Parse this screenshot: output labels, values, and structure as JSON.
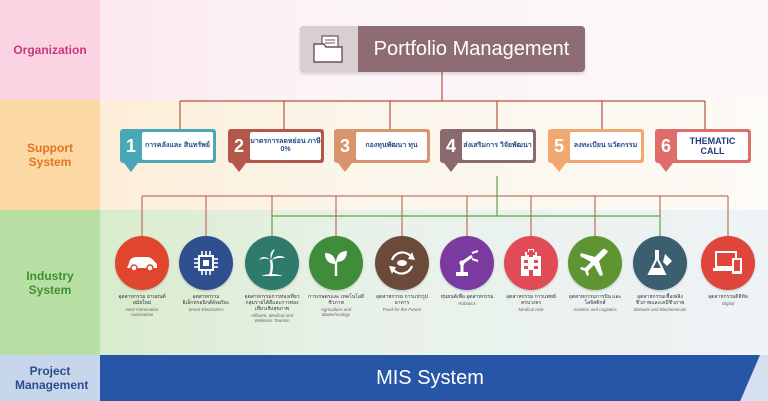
{
  "rows": {
    "organization": "Organization",
    "support": "Support System",
    "industry": "Industry System",
    "project": "Project Management"
  },
  "organization": {
    "title": "Portfolio Management",
    "icon": "folder-icon"
  },
  "support": [
    {
      "num": "1",
      "logo": "การคลังและ สินทรัพย์",
      "color": "#4aa7b6",
      "icon": "logo-1"
    },
    {
      "num": "2",
      "logo": "มาตรการลดหย่อน ภาษี 0%",
      "color": "#b4574b",
      "icon": "logo-2"
    },
    {
      "num": "3",
      "logo": "กองทุนพัฒนา ทุน",
      "color": "#d8956d",
      "icon": "logo-3"
    },
    {
      "num": "4",
      "logo": "ส่งเสริมการ วิจัยพัฒนา",
      "color": "#8a6a6f",
      "icon": "logo-4"
    },
    {
      "num": "5",
      "logo": "ลงทะเบียน นวัตกรรม",
      "color": "#f0a870",
      "icon": "logo-5"
    },
    {
      "num": "6",
      "logo": "THEMATIC CALL",
      "color": "#e06c6c",
      "icon": "logo-6"
    }
  ],
  "industries": [
    {
      "th": "อุตสาหกรรม ยานยนต์สมัยใหม่",
      "en": "Next Generation Automotive",
      "color": "#e0462d",
      "icon": "car-icon"
    },
    {
      "th": "อุตสาหกรรม อิเล็กทรอนิกส์อัจฉริยะ",
      "en": "Smart Electronics",
      "color": "#2f4f8f",
      "icon": "chip-icon"
    },
    {
      "th": "อุตสาหกรรมการท่องเที่ยว กลุ่มรายได้ดีและการท่องเที่ยวเชิงสุขภาพ",
      "en": "Affluent, Medical and Wellness Tourism",
      "color": "#2e7b6c",
      "icon": "palm-tree-icon"
    },
    {
      "th": "การเกษตรและ เทคโนโลยีชีวภาพ",
      "en": "Agriculture and Biotechnology",
      "color": "#3f8d3a",
      "icon": "sprout-icon"
    },
    {
      "th": "อุตสาหกรรม การแปรรูปอาหาร",
      "en": "Food for the Future",
      "color": "#6b4a3a",
      "icon": "food-cycle-icon"
    },
    {
      "th": "หุ่นยนต์เพื่อ อุตสาหกรรม",
      "en": "Robotics",
      "color": "#7a3aa0",
      "icon": "robot-arm-icon"
    },
    {
      "th": "อุตสาหกรรม การแพทย์ครบวงจร",
      "en": "Medical Hub",
      "color": "#e04b56",
      "icon": "hospital-icon"
    },
    {
      "th": "อุตสาหกรรมการบิน และโลจิสติกส์",
      "en": "Aviation and Logistics",
      "color": "#5f9432",
      "icon": "airplane-icon"
    },
    {
      "th": "อุตสาหกรรมเชื้อเพลิง ชีวภาพและเคมีชีวภาพ",
      "en": "Biofuels and Biochemicals",
      "color": "#3b5f6e",
      "icon": "flask-icon"
    },
    {
      "th": "อุตสาหกรรมดิจิทัล",
      "en": "Digital",
      "color": "#e0453b",
      "icon": "devices-icon"
    }
  ],
  "mis": "MIS System"
}
